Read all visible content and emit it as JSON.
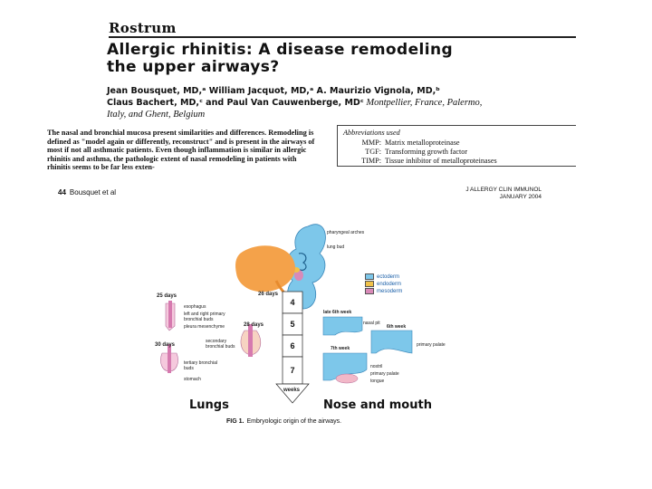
{
  "section": "Rostrum",
  "article": {
    "title_line1": "Allergic rhinitis: A disease remodeling",
    "title_line2": "the upper airways?",
    "authors_line1": "Jean Bousquet, MD,ᵃ William Jacquot, MD,ᵃ A. Maurizio Vignola, MD,ᵇ",
    "authors_line2": "Claus Bachert, MD,ᶜ and Paul Van Cauwenberge, MDᶜ",
    "locations_a": "Montpellier, France, Palermo,",
    "locations_b": "Italy, and Ghent, Belgium",
    "abstract": "The nasal and bronchial mucosa present similarities and differences. Remodeling is defined as \"model again or differently, reconstruct\" and is present in the airways of most if not all asthmatic patients. Even though inflammation is similar in allergic rhinitis and asthma, the pathologic extent of nasal remodeling in patients with rhinitis seems to be far less exten-"
  },
  "abbreviations": {
    "header": "Abbreviations used",
    "items": [
      {
        "abbr": "MMP:",
        "meaning": "Matrix metalloproteinase"
      },
      {
        "abbr": "TGF:",
        "meaning": "Transforming growth factor"
      },
      {
        "abbr": "TIMP:",
        "meaning": "Tissue inhibitor of metalloproteinases"
      }
    ]
  },
  "footer": {
    "page": "44",
    "running_head": "Bousquet et al",
    "journal": "J ALLERGY CLIN IMMUNOL",
    "date": "JANUARY 2004"
  },
  "figure": {
    "labels": {
      "pharyngeal_arches": "pharyngeal arches",
      "lung_bud": "lung bud",
      "days_25": "25 days",
      "days_26": "26 days",
      "days_28": "28 days",
      "days_30": "30 days",
      "esophagus": "esophagus",
      "left_right_bronchial": "left and right primary bronchial buds",
      "pleura": "pleura mesenchyme",
      "secondary_bronchial": "secondary bronchial buds",
      "tertiary_bronchial": "tertiary bronchial buds",
      "stomach": "stomach",
      "late_6th": "late 6th week",
      "nasal_pit": "nasal pit",
      "week_6th": "6th week",
      "primary_palate": "primary palate",
      "week_7th": "7th week",
      "nostril": "nostril",
      "primary_palate2": "primary palate",
      "tongue": "tongue",
      "weeks": "weeks",
      "lungs": "Lungs",
      "nose_mouth": "Nose and mouth"
    },
    "week_numbers": [
      "4",
      "5",
      "6",
      "7"
    ],
    "legend": [
      {
        "label": "ectoderm",
        "color": "#7dc7ea"
      },
      {
        "label": "endoderm",
        "color": "#f0c24a"
      },
      {
        "label": "mesoderm",
        "color": "#d98ab8"
      }
    ],
    "caption_label": "FIG 1.",
    "caption_text": "Embryologic origin of the airways."
  }
}
